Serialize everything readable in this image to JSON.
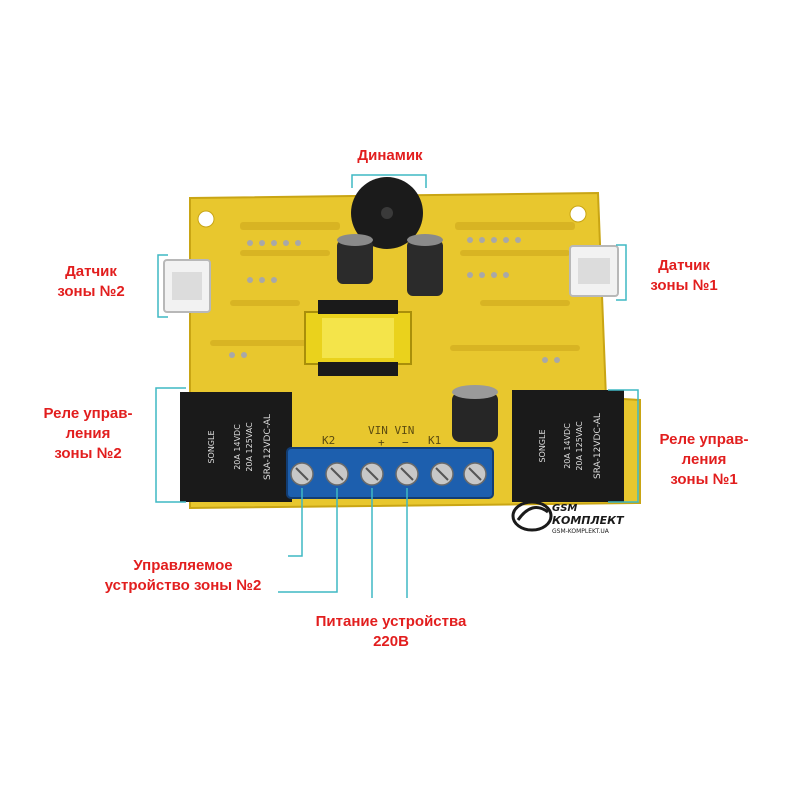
{
  "labels": {
    "speaker": "Динамик",
    "sensor_zone2": "Датчик\nзоны №2",
    "sensor_zone1": "Датчик\nзоны №1",
    "relay_zone2": "Реле управ-\nления\nзоны №2",
    "relay_zone1": "Реле управ-\nления\nзоны №1",
    "controlled_device_zone2": "Управляемое\nустройство зоны №2",
    "power_220": "Питание устройства\n220В"
  },
  "board_markings": {
    "k2": "K2",
    "k1": "K1",
    "vin_vin": "VIN VIN",
    "plus": "+",
    "minus": "−"
  },
  "relay_markings": {
    "brand": "SONGLE",
    "rating_dc": "20A 14VDC",
    "rating_ac": "20A 125VAC",
    "model": "SRA-12VDC-AL"
  },
  "logo": {
    "brand": "GSM",
    "name": "КОМПЛЕКТ",
    "site": "GSM-KOMPLEKT.UA"
  },
  "colors": {
    "annotation": "#e21e1e",
    "bracket": "#3fb8c4",
    "pcb": "#e8c72e",
    "relay": "#1a1a1a",
    "terminal_block": "#1d5fae"
  }
}
